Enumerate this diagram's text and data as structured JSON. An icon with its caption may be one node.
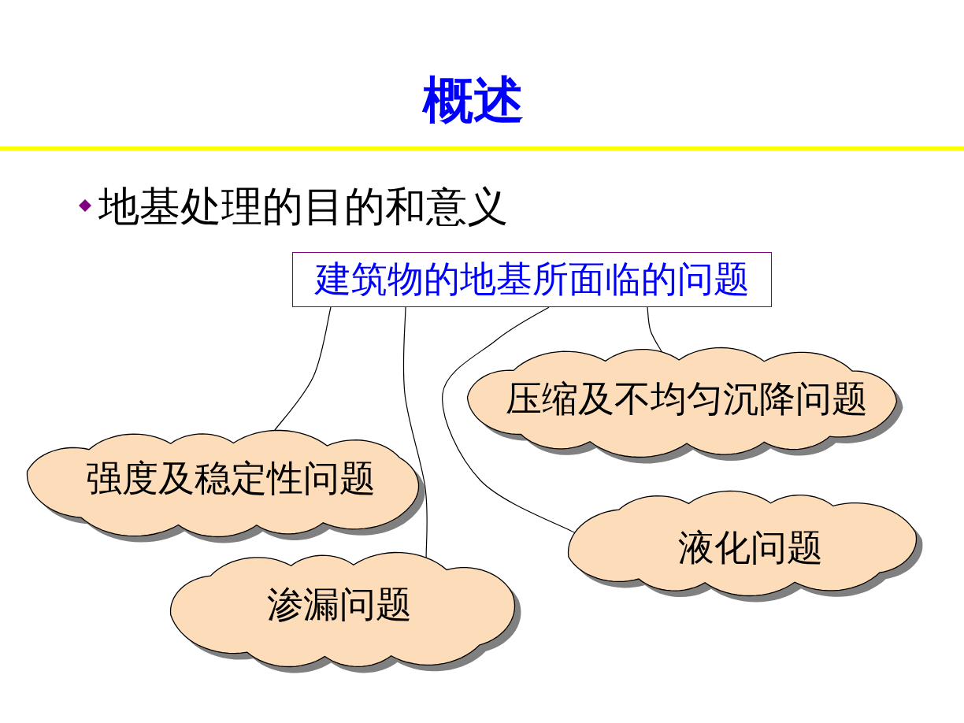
{
  "diagram": {
    "title": "概述",
    "nodes": [
      {
        "text": [
          "建筑物的地基所面临的问题"
        ]
      },
      {
        "text": [
          "压缩及不均匀沉降问题"
        ]
      },
      {
        "text": [
          "强度及稳定性问题"
        ]
      },
      {
        "text": [
          "液化问题"
        ]
      },
      {
        "text": [
          "渗漏问题"
        ]
      }
    ],
    "edges": [
      {
        "from": 0,
        "to": 2,
        "arrow": "none"
      },
      {
        "from": 0,
        "to": 4,
        "arrow": "none"
      },
      {
        "from": 0,
        "to": 3,
        "arrow": "none"
      },
      {
        "from": 0,
        "to": 1,
        "arrow": "none"
      }
    ],
    "labels": [
      "地基处理的目的和意义"
    ]
  }
}
